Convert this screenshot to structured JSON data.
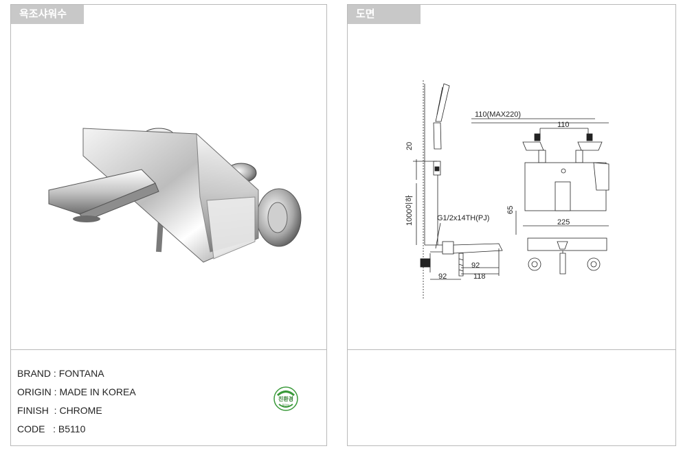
{
  "left_panel": {
    "tab_title": "욕조샤워수전",
    "specs": [
      {
        "label": "BRAND",
        "sep": " : ",
        "value": "FONTANA"
      },
      {
        "label": "ORIGIN",
        "sep": " : ",
        "value": "MADE IN KOREA"
      },
      {
        "label": "FINISH",
        "sep": "  : ",
        "value": "CHROME"
      },
      {
        "label": "CODE",
        "sep": "   : ",
        "value": "B5110"
      }
    ],
    "badge_text": "친환경",
    "badge_subtext": "환경부"
  },
  "right_panel": {
    "tab_title": "도면",
    "dimensions": {
      "d110max": "110(MAX220)",
      "d110": "110",
      "d20": "20",
      "d1000": "1000이하",
      "thread": "G1/2x14TH(PJ)",
      "d65": "65",
      "d225": "225",
      "d92a": "92",
      "d92b": "92",
      "d118": "118"
    }
  },
  "colors": {
    "border": "#b9b9b9",
    "tab_bg": "#c8c8c8",
    "badge_green": "#3a9a3a"
  }
}
